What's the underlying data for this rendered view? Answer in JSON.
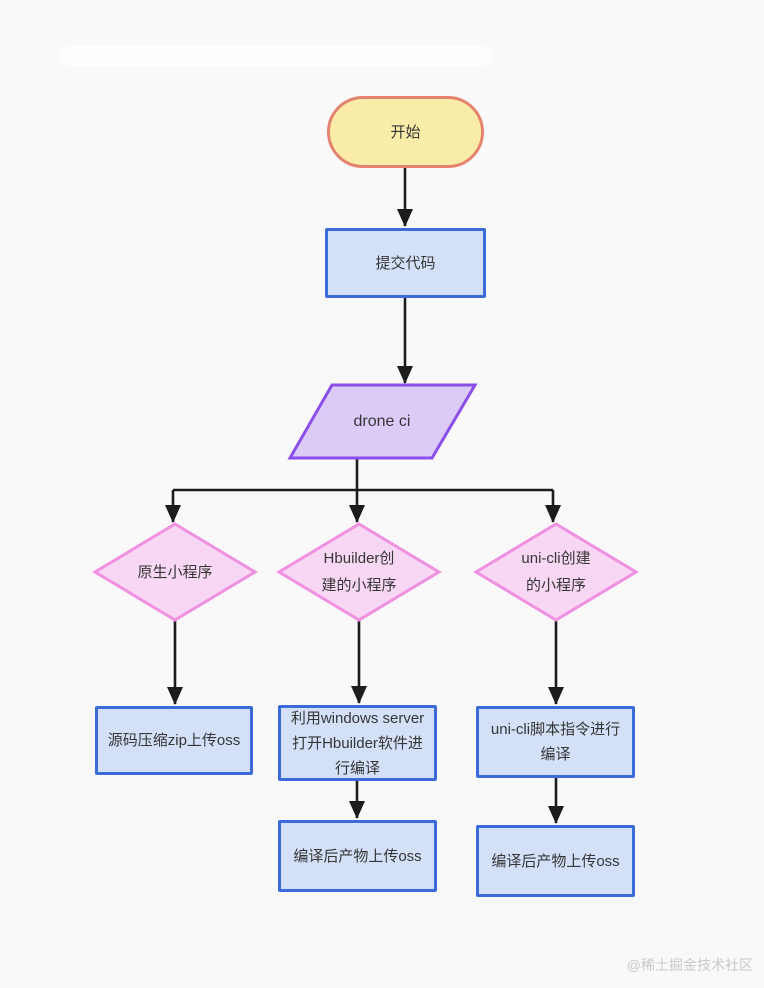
{
  "palette": {
    "page_bg": "#f9f9f9",
    "line_color": "#1c1c1c",
    "start_fill": "#f9eda9",
    "start_border": "#e5846e",
    "process_fill": "#d3e0f8",
    "process_border": "#3a6bd8",
    "io_fill": "#dccbf7",
    "io_border": "#8a4fe8",
    "decision_fill": "#f7d7f3",
    "decision_border": "#ef90e0",
    "text_color": "#363636",
    "watermark_color": "#c9c9c9"
  },
  "nodes": {
    "start": {
      "label": "开始"
    },
    "submit_code": {
      "label": "提交代码"
    },
    "drone_ci": {
      "label": "drone ci"
    },
    "decision_native": {
      "label": "原生小程序"
    },
    "decision_hbuilder": {
      "label": "Hbuilder创\n建的小程序"
    },
    "decision_unicli": {
      "label": "uni-cli创建\n的小程序"
    },
    "process_zip_upload": {
      "label": "源码压缩zip上传oss"
    },
    "process_windows_server": {
      "label": "利用windows server\n打开Hbuilder软件进\n行编译"
    },
    "process_unicli_build": {
      "label": "uni-cli脚本指令进行\n编译"
    },
    "process_upload_mid": {
      "label": "编译后产物上传oss"
    },
    "process_upload_right": {
      "label": "编译后产物上传oss"
    }
  },
  "watermark": "@稀土掘金技术社区"
}
